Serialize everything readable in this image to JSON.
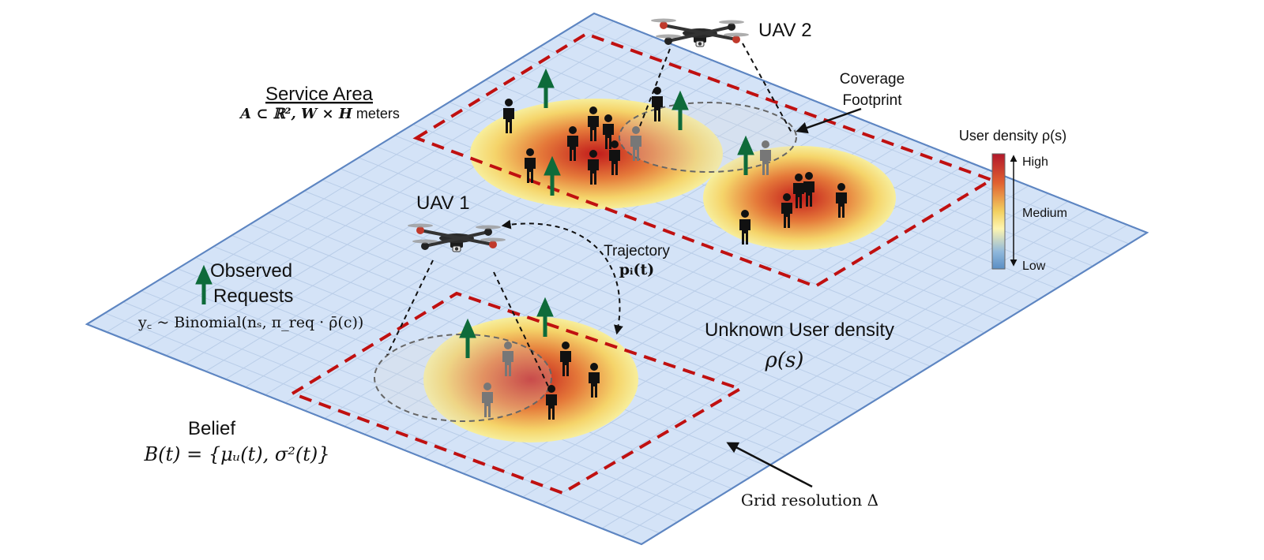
{
  "labels": {
    "service_area_title": "Service Area",
    "service_area_sub_math": "A ⊂ ℝ², W × H",
    "service_area_sub_unit": " meters",
    "uav1": "UAV 1",
    "uav2": "UAV 2",
    "coverage_line1": "Coverage",
    "coverage_line2": "Footprint",
    "trajectory": "Trajectory",
    "trajectory_math": "pᵢ(t)",
    "observed_line1": "Observed",
    "observed_line2": "Requests",
    "observed_formula": "y꜀ ~ Binomial(nₛ, π_req · ρ̄(c))",
    "unknown_density": "Unknown User density",
    "unknown_density_math": "ρ(s)",
    "belief": "Belief",
    "belief_formula": "B(t) = {μᵤ(t), σ²(t)}",
    "grid_resolution": "Grid resolution Δ"
  },
  "legend": {
    "title": "User density ρ(s)",
    "high": "High",
    "medium": "Medium",
    "low": "Low",
    "colors": [
      "#b2182b",
      "#e06030",
      "#f2d060",
      "#fdf5b0",
      "#90b8dc",
      "#5a8ec4"
    ]
  },
  "colors": {
    "plane_fill": "#d4e3f7",
    "plane_edge": "#5e86c2",
    "grid": "#b9cde8",
    "coverage_dash": "#c01010",
    "arrow_green": "#0e6b3a",
    "person": "#111111"
  }
}
